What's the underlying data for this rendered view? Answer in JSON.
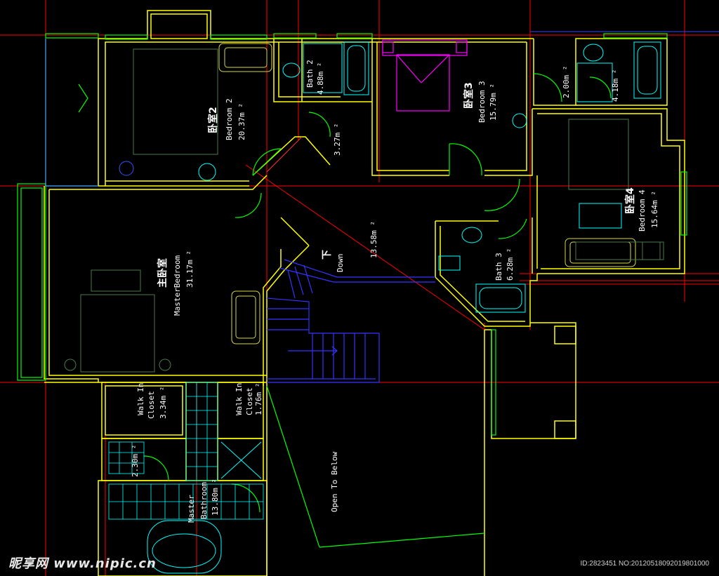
{
  "rooms": {
    "bedroom2": {
      "cn": "卧室2",
      "en": "Bedroom 2",
      "area": "20.37m ²"
    },
    "bedroom3": {
      "cn": "卧室3",
      "en": "Bedroom 3",
      "area": "15.79m ²"
    },
    "bedroom4": {
      "cn": "卧室4",
      "en": "Bedroom 4",
      "area": "15.64m ²"
    },
    "master": {
      "cn": "主卧室",
      "en": "MasterBedroom",
      "area": "31.17m ²"
    },
    "bath2": {
      "en": "Bath 2",
      "area": "4.88m ²"
    },
    "bath3": {
      "en": "Bath 3",
      "area": "6.28m ²"
    },
    "closet1": {
      "en1": "Walk In",
      "en2": "Closet",
      "area": "3.34m ²"
    },
    "closet2": {
      "en1": "Walk In",
      "en2": "Closet",
      "area": "1.76m ²"
    },
    "master_bath": {
      "en1": "Master",
      "en2": "Bathroom",
      "area": "13.80m ²"
    },
    "hall": {
      "area": "13.58m ²"
    },
    "small1": {
      "area": "3.27m ²"
    },
    "small2": {
      "area": "2.00m ²"
    },
    "small3": {
      "area": "4.18m ²"
    },
    "small4": {
      "area": "2.30m ²"
    }
  },
  "stairs": {
    "cn": "下",
    "en": "Down"
  },
  "open_below": "Open To Below",
  "watermark": {
    "logo": "昵享网 www.nipic.cn",
    "id": "ID:2823451 NO:20120518092019801000"
  },
  "colors": {
    "wall": "#ffff00",
    "grid": "#ff0000",
    "window": "#00ff00",
    "fixture": "#00ffff",
    "stair": "#3333ff",
    "bed3": "#ff00ff",
    "guide": "#ff3333"
  }
}
